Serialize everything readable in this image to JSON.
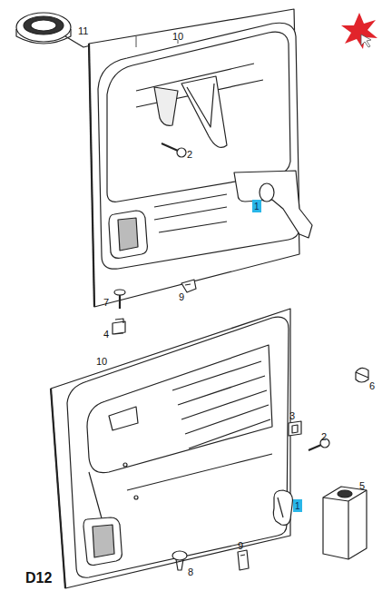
{
  "diagram": {
    "nodes": [
      {
        "text": [
          "1"
        ]
      },
      {
        "text": [
          "1"
        ]
      }
    ],
    "labels": [
      "11",
      "10",
      "2",
      "9",
      "7",
      "4",
      "10",
      "3",
      "2",
      "6",
      "5",
      "8",
      "9",
      "D12"
    ]
  }
}
